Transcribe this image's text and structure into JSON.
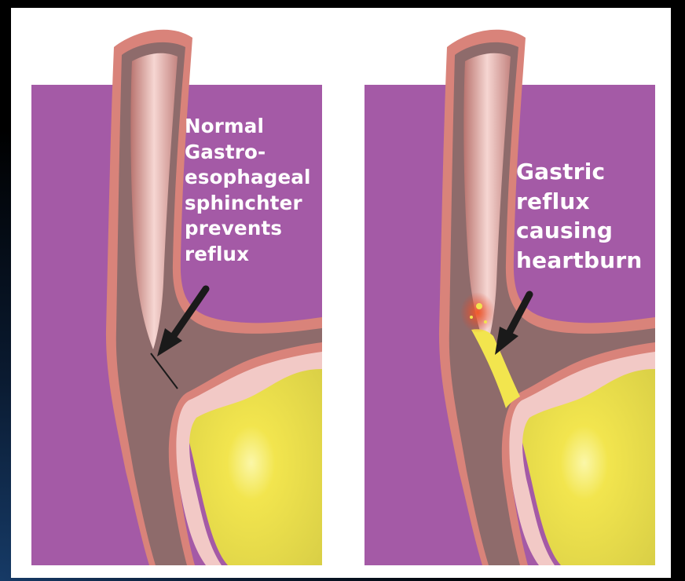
{
  "panels": [
    {
      "id": "normal",
      "caption": "Normal\nGastro-\nesophageal\nsphinchter\nprevents\nreflux"
    },
    {
      "id": "reflux",
      "caption": "Gastric\nreflux\ncausing\nheartburn"
    }
  ],
  "colors": {
    "background_panel": "#a45aa6",
    "esophagus_wall": "#d9837a",
    "esophagus_muscle": "#8e6b6b",
    "esophagus_lining": "#f4cfcf",
    "stomach_acid": "#e2d74a",
    "arrow": "#1a1a1a",
    "reflux_irritation": "#e0442a"
  },
  "icons": [
    "arrow-icon",
    "arrow-icon"
  ]
}
